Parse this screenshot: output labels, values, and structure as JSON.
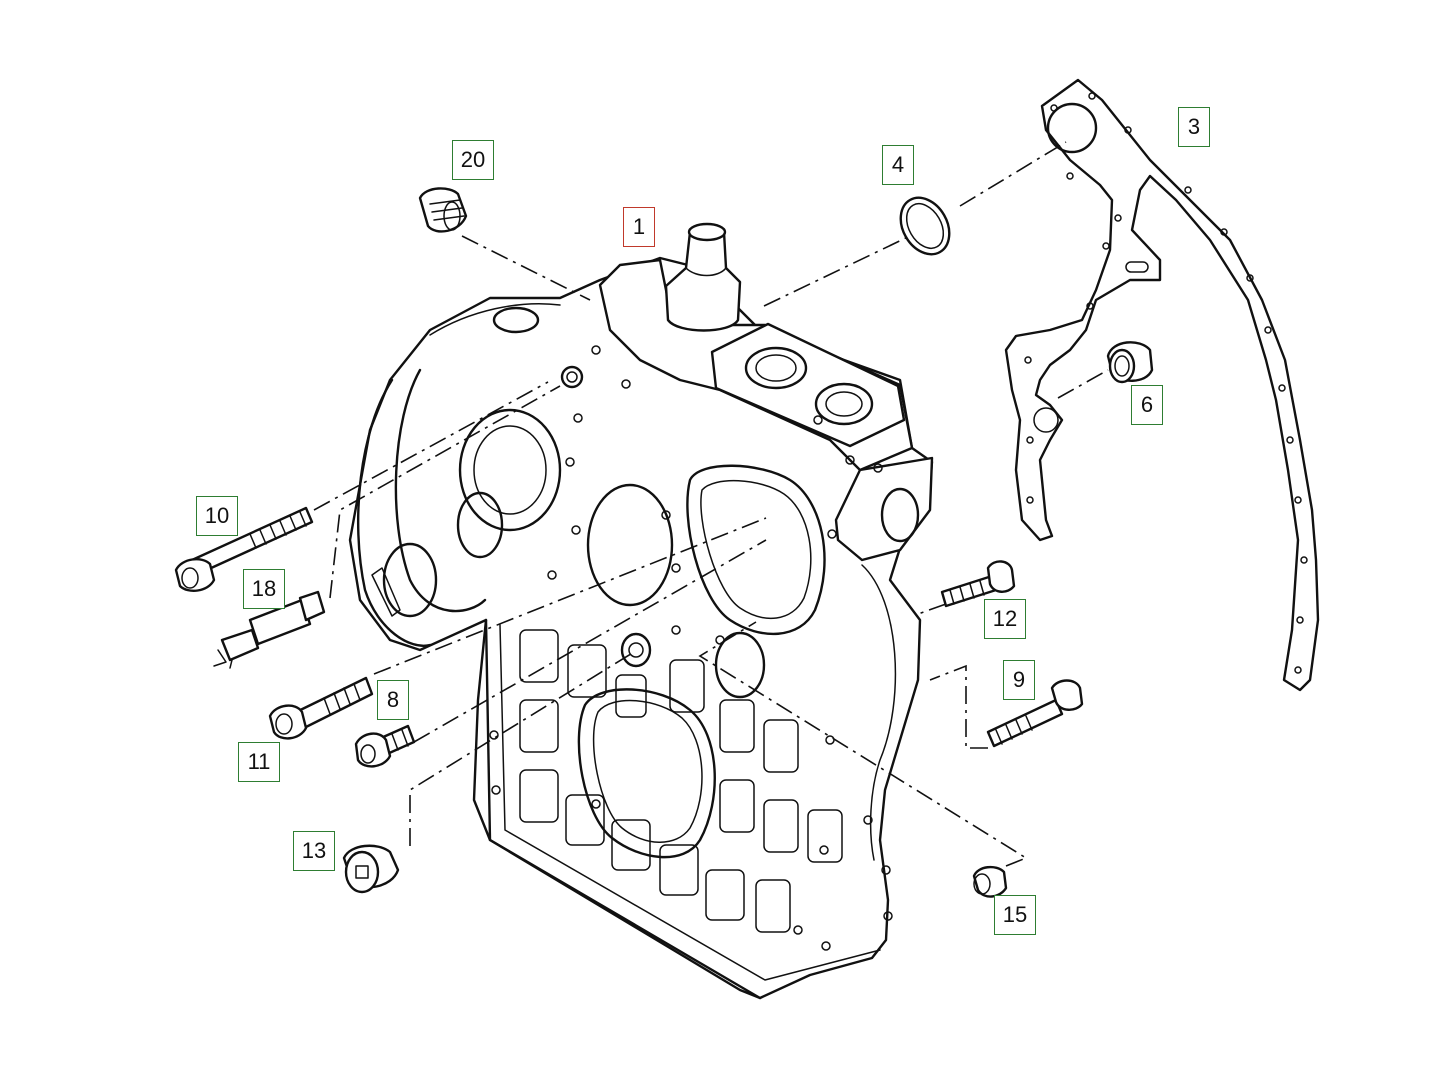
{
  "diagram": {
    "type": "exploded-parts-view",
    "colors": {
      "callout_border": "#2e7d32",
      "selected_border": "#c0392b",
      "line": "#111111"
    },
    "selected_part": "1",
    "callouts": [
      {
        "id": "c1",
        "label": "1",
        "selected": true
      },
      {
        "id": "c3",
        "label": "3"
      },
      {
        "id": "c4",
        "label": "4"
      },
      {
        "id": "c6",
        "label": "6"
      },
      {
        "id": "c8",
        "label": "8"
      },
      {
        "id": "c9",
        "label": "9"
      },
      {
        "id": "c10",
        "label": "10"
      },
      {
        "id": "c11",
        "label": "11"
      },
      {
        "id": "c12",
        "label": "12"
      },
      {
        "id": "c13",
        "label": "13"
      },
      {
        "id": "c15",
        "label": "15"
      },
      {
        "id": "c18",
        "label": "18"
      },
      {
        "id": "c20",
        "label": "20"
      }
    ]
  }
}
